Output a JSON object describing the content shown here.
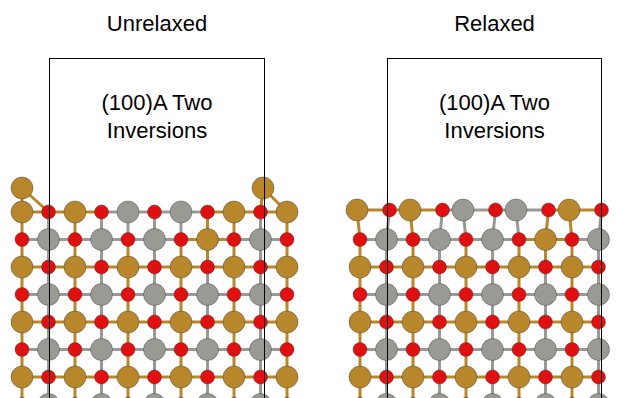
{
  "diagram": {
    "nodes": [
      {
        "text": [
          "Unrelaxed",
          "(100)A Two Inversions"
        ]
      },
      {
        "text": [
          "Relaxed",
          "(100)A Two Inversions"
        ]
      }
    ]
  }
}
